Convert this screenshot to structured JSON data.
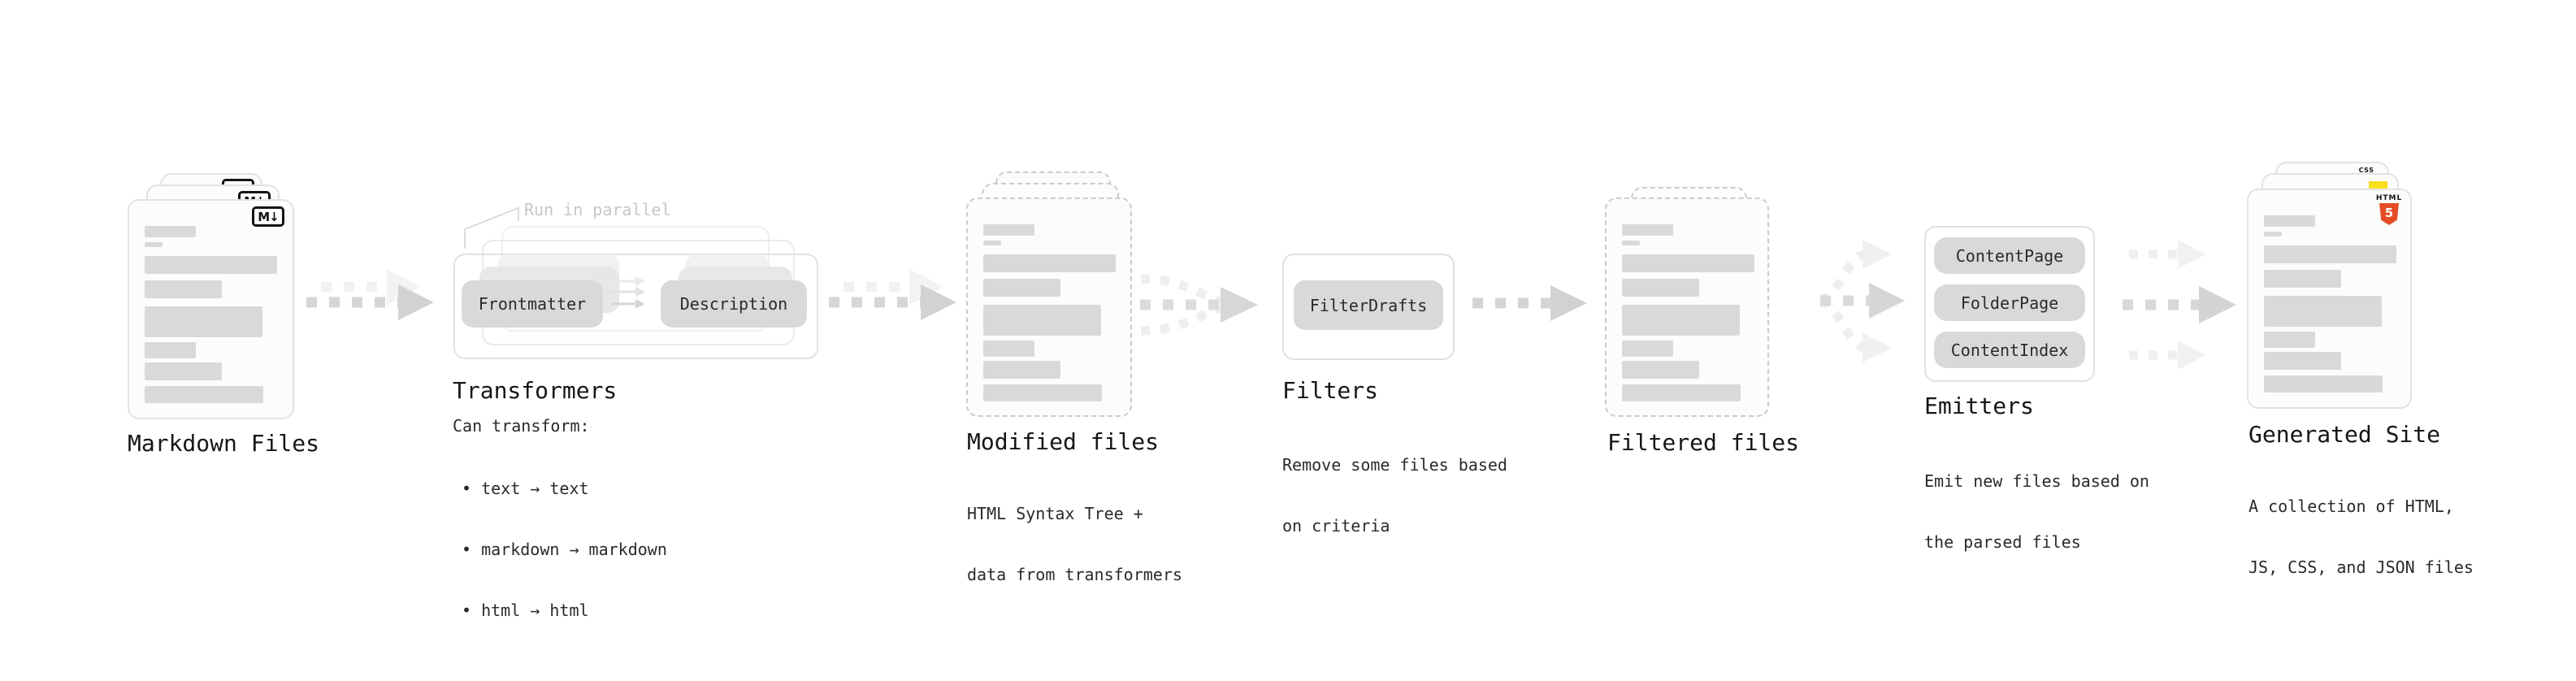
{
  "palette": {
    "bar_gray": "#d9d9d9",
    "pill_gray": "#d9d9d9",
    "card_border": "#e3e3e3",
    "dashed_border": "#cbcbcb",
    "arrow_gray": "#d6d6d6",
    "ghost_arrow": "#f0f0f0",
    "note_gray": "#c7c7c7",
    "html5_orange": "#e44d26",
    "js_yellow": "#f7df1e",
    "css_blue": "#2b6fe3"
  },
  "stages": {
    "markdown": {
      "title": "Markdown Files",
      "badge": "M↓"
    },
    "transformers": {
      "title": "Transformers",
      "note": "Run in parallel",
      "desc": "Can transform:",
      "bullets": [
        "• text → text",
        "• markdown → markdown",
        "• html → html"
      ],
      "pill_left": "Frontmatter",
      "pill_right": "Description"
    },
    "modified": {
      "title": "Modified files",
      "desc1": "HTML Syntax Tree +",
      "desc2": "data from transformers"
    },
    "filters": {
      "title": "Filters",
      "desc1": "Remove some files based",
      "desc2": "on criteria",
      "pill": "FilterDrafts"
    },
    "filtered": {
      "title": "Filtered files"
    },
    "emitters": {
      "title": "Emitters",
      "desc1": "Emit new files based on",
      "desc2": "the parsed files",
      "pills": [
        "ContentPage",
        "FolderPage",
        "ContentIndex"
      ]
    },
    "generated": {
      "title": "Generated Site",
      "desc1": "A collection of HTML,",
      "desc2": "JS, CSS, and JSON files",
      "html_label": "HTML",
      "html_number": "5",
      "css_label": "CSS"
    }
  }
}
